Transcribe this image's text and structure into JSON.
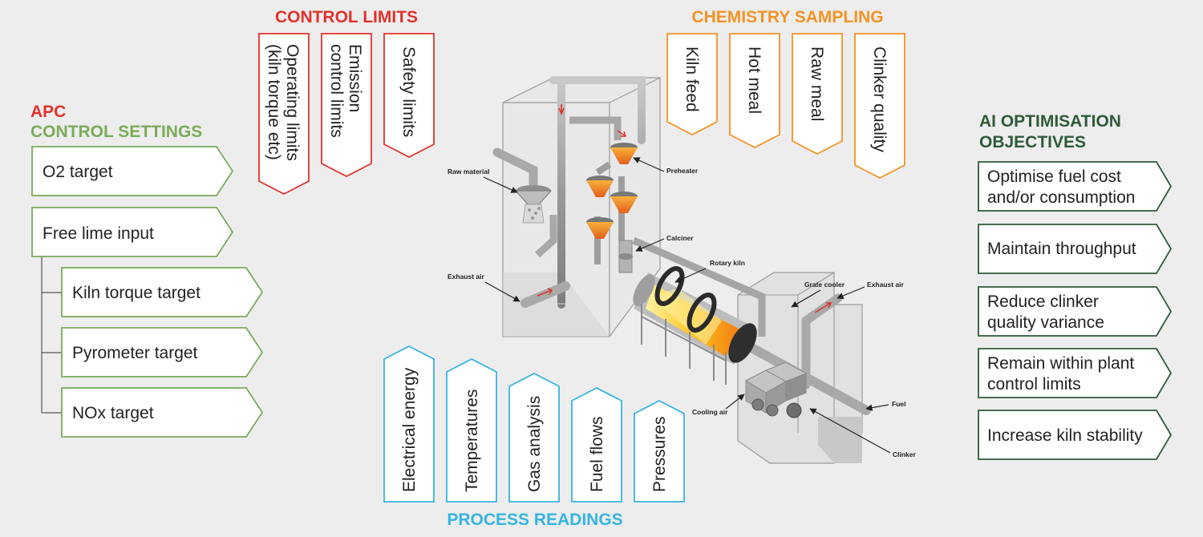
{
  "apc": {
    "title_line1": "APC",
    "title_line2": "CONTROL SETTINGS",
    "items": [
      "O2 target",
      "Free lime input"
    ],
    "sub_items": [
      "Kiln torque target",
      "Pyrometer target",
      "NOx target"
    ]
  },
  "control_limits": {
    "title": "CONTROL LIMITS",
    "items": [
      {
        "lines": [
          "Operating limits",
          "(kiln torque etc)"
        ]
      },
      {
        "lines": [
          "Emission",
          "control limits"
        ]
      },
      {
        "lines": [
          "Safety limits"
        ]
      }
    ]
  },
  "chemistry_sampling": {
    "title": "CHEMISTRY SAMPLING",
    "items": [
      "Kiln feed",
      "Hot meal",
      "Raw meal",
      "Clinker quality"
    ]
  },
  "ai_objectives": {
    "title_line1": "AI OPTIMISATION",
    "title_line2": "OBJECTIVES",
    "items": [
      {
        "lines": [
          "Optimise fuel cost",
          "and/or consumption"
        ]
      },
      {
        "lines": [
          "Maintain throughput"
        ]
      },
      {
        "lines": [
          "Reduce clinker",
          "quality variance"
        ]
      },
      {
        "lines": [
          "Remain within plant",
          "control limits"
        ]
      },
      {
        "lines": [
          "Increase kiln stability"
        ]
      }
    ]
  },
  "process_readings": {
    "title": "PROCESS READINGS",
    "items": [
      "Electrical energy",
      "Temperatures",
      "Gas analysis",
      "Fuel flows",
      "Pressures"
    ]
  },
  "plant_labels": {
    "raw_material": "Raw material",
    "preheater": "Preheater",
    "calciner": "Calciner",
    "rotary_kiln": "Rotary kiln",
    "exhaust_air_left": "Exhaust air",
    "grate_cooler": "Grate cooler",
    "exhaust_air_right": "Exhaust air",
    "cooling_air": "Cooling air",
    "fuel": "Fuel",
    "clinker": "Clinker"
  },
  "colors": {
    "red": "#e2322b",
    "green": "#7aab5a",
    "dark_green": "#2f5a3a",
    "orange": "#f39325",
    "cyan": "#36b4e0"
  }
}
